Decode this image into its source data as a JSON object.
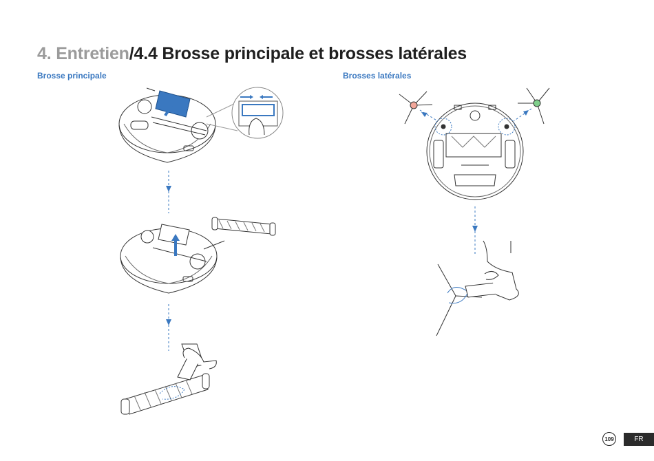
{
  "header": {
    "section": "4. Entretien",
    "title": "/4.4 Brosse principale et brosses latérales"
  },
  "sections": {
    "main_brush": "Brosse principale",
    "side_brushes": "Brosses latérales"
  },
  "footer": {
    "page_number": "109",
    "language": "FR"
  },
  "colors": {
    "accent_blue": "#3a78c0",
    "section_gray": "#9b9b9b",
    "left_side_brush_hub": "#f2a79a",
    "right_side_brush_hub": "#7fcf8c"
  }
}
